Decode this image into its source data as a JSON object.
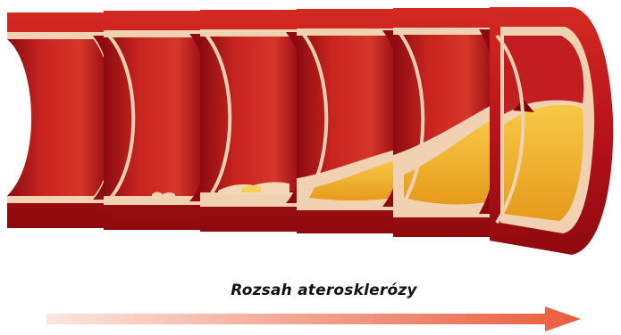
{
  "caption": "Rozsah aterosklerózy",
  "colors": {
    "wall": "#b8121b",
    "wall_dark": "#7a0608",
    "lumen": "#c51f25",
    "intima": "#f2d6b8",
    "plaque": "#f1b12a",
    "plaque_core": "#f7cf55",
    "arrow_start": "#fbe6df",
    "arrow_end": "#ea5b3c"
  },
  "stages": [
    {
      "stage": 1,
      "plaque_level": 0.0
    },
    {
      "stage": 2,
      "plaque_level": 0.05
    },
    {
      "stage": 3,
      "plaque_level": 0.15
    },
    {
      "stage": 4,
      "plaque_level": 0.35
    },
    {
      "stage": 5,
      "plaque_level": 0.65
    },
    {
      "stage": 6,
      "plaque_level": 0.9
    }
  ]
}
